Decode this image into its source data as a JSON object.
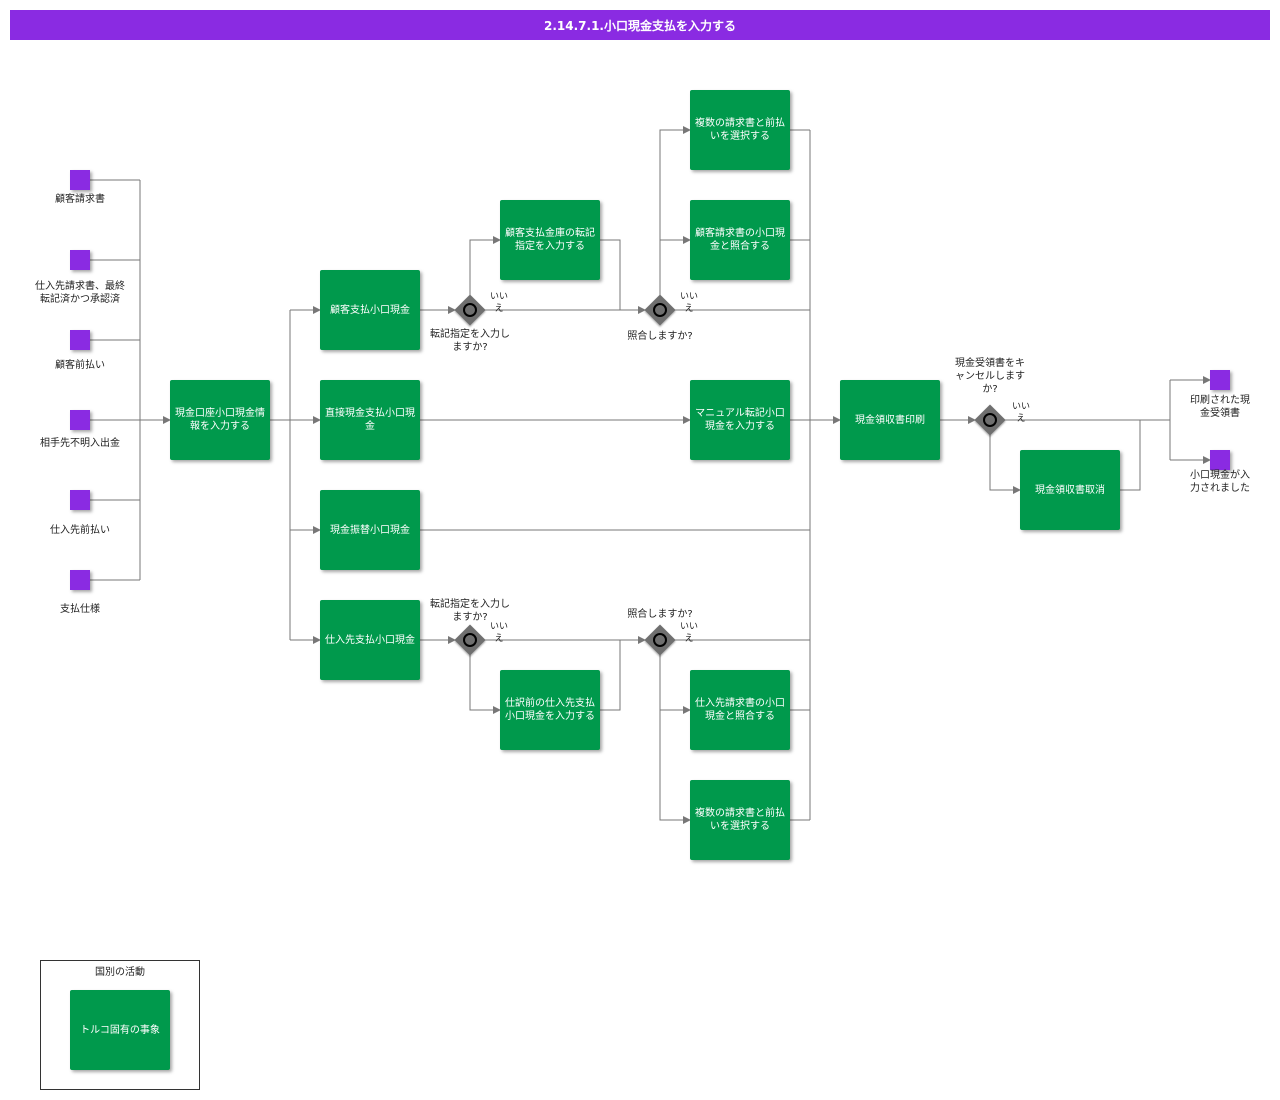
{
  "header": {
    "title": "2.14.7.1.小口現金支払を入力する"
  },
  "inputs": {
    "customer_invoice": "顧客請求書",
    "vendor_invoice": "仕入先請求書、最終 転記済かつ承認済",
    "customer_prepayment": "顧客前払い",
    "unknown_party": "相手先不明入出金",
    "vendor_prepayment": "仕入先前払い",
    "payment_spec": "支払仕様"
  },
  "activities": {
    "enter_petty_cash_account": "現金口座小口現金情報を入力する",
    "customer_petty_cash": "顧客支払小口現金",
    "direct_petty_cash": "直接現金支払小口現金",
    "transfer_petty_cash": "現金振替小口現金",
    "vendor_petty_cash": "仕入先支払小口現金",
    "enter_customer_posting": "顧客支払金庫の転記指定を入力する",
    "select_invoices_top": "複数の請求書と前払いを選択する",
    "match_customer_invoice": "顧客請求書の小口現金と照合する",
    "manual_posting": "マニュアル転記小口現金を入力する",
    "enter_vendor_unposted": "仕訳前の仕入先支払小口現金を入力する",
    "match_vendor_invoice": "仕入先請求書の小口現金と照合する",
    "select_invoices_bottom": "複数の請求書と前払いを選択する",
    "print_receipt": "現金領収書印刷",
    "cancel_receipt": "現金領収書取消"
  },
  "gateways": {
    "posting_q_top": "転記指定を入力しますか?",
    "posting_no_top": "いいえ",
    "match_q_top": "照合しますか?",
    "match_no_top": "いいえ",
    "posting_q_bottom": "転記指定を入力しますか?",
    "posting_no_bottom": "いいえ",
    "match_q_bottom": "照合しますか?",
    "match_no_bottom": "いいえ",
    "cancel_q": "現金受領書をキャンセルしますか?",
    "cancel_no": "いいえ"
  },
  "outputs": {
    "printed_receipt": "印刷された現金受領書",
    "petty_cash_entered": "小口現金が入力されました"
  },
  "legend": {
    "title": "国別の活動",
    "item": "トルコ固有の事象"
  },
  "colors": {
    "header": "#8a2be2",
    "activity": "#00994c",
    "document": "#8a2be2",
    "gateway": "#6f6f6f",
    "connector": "#777777"
  }
}
